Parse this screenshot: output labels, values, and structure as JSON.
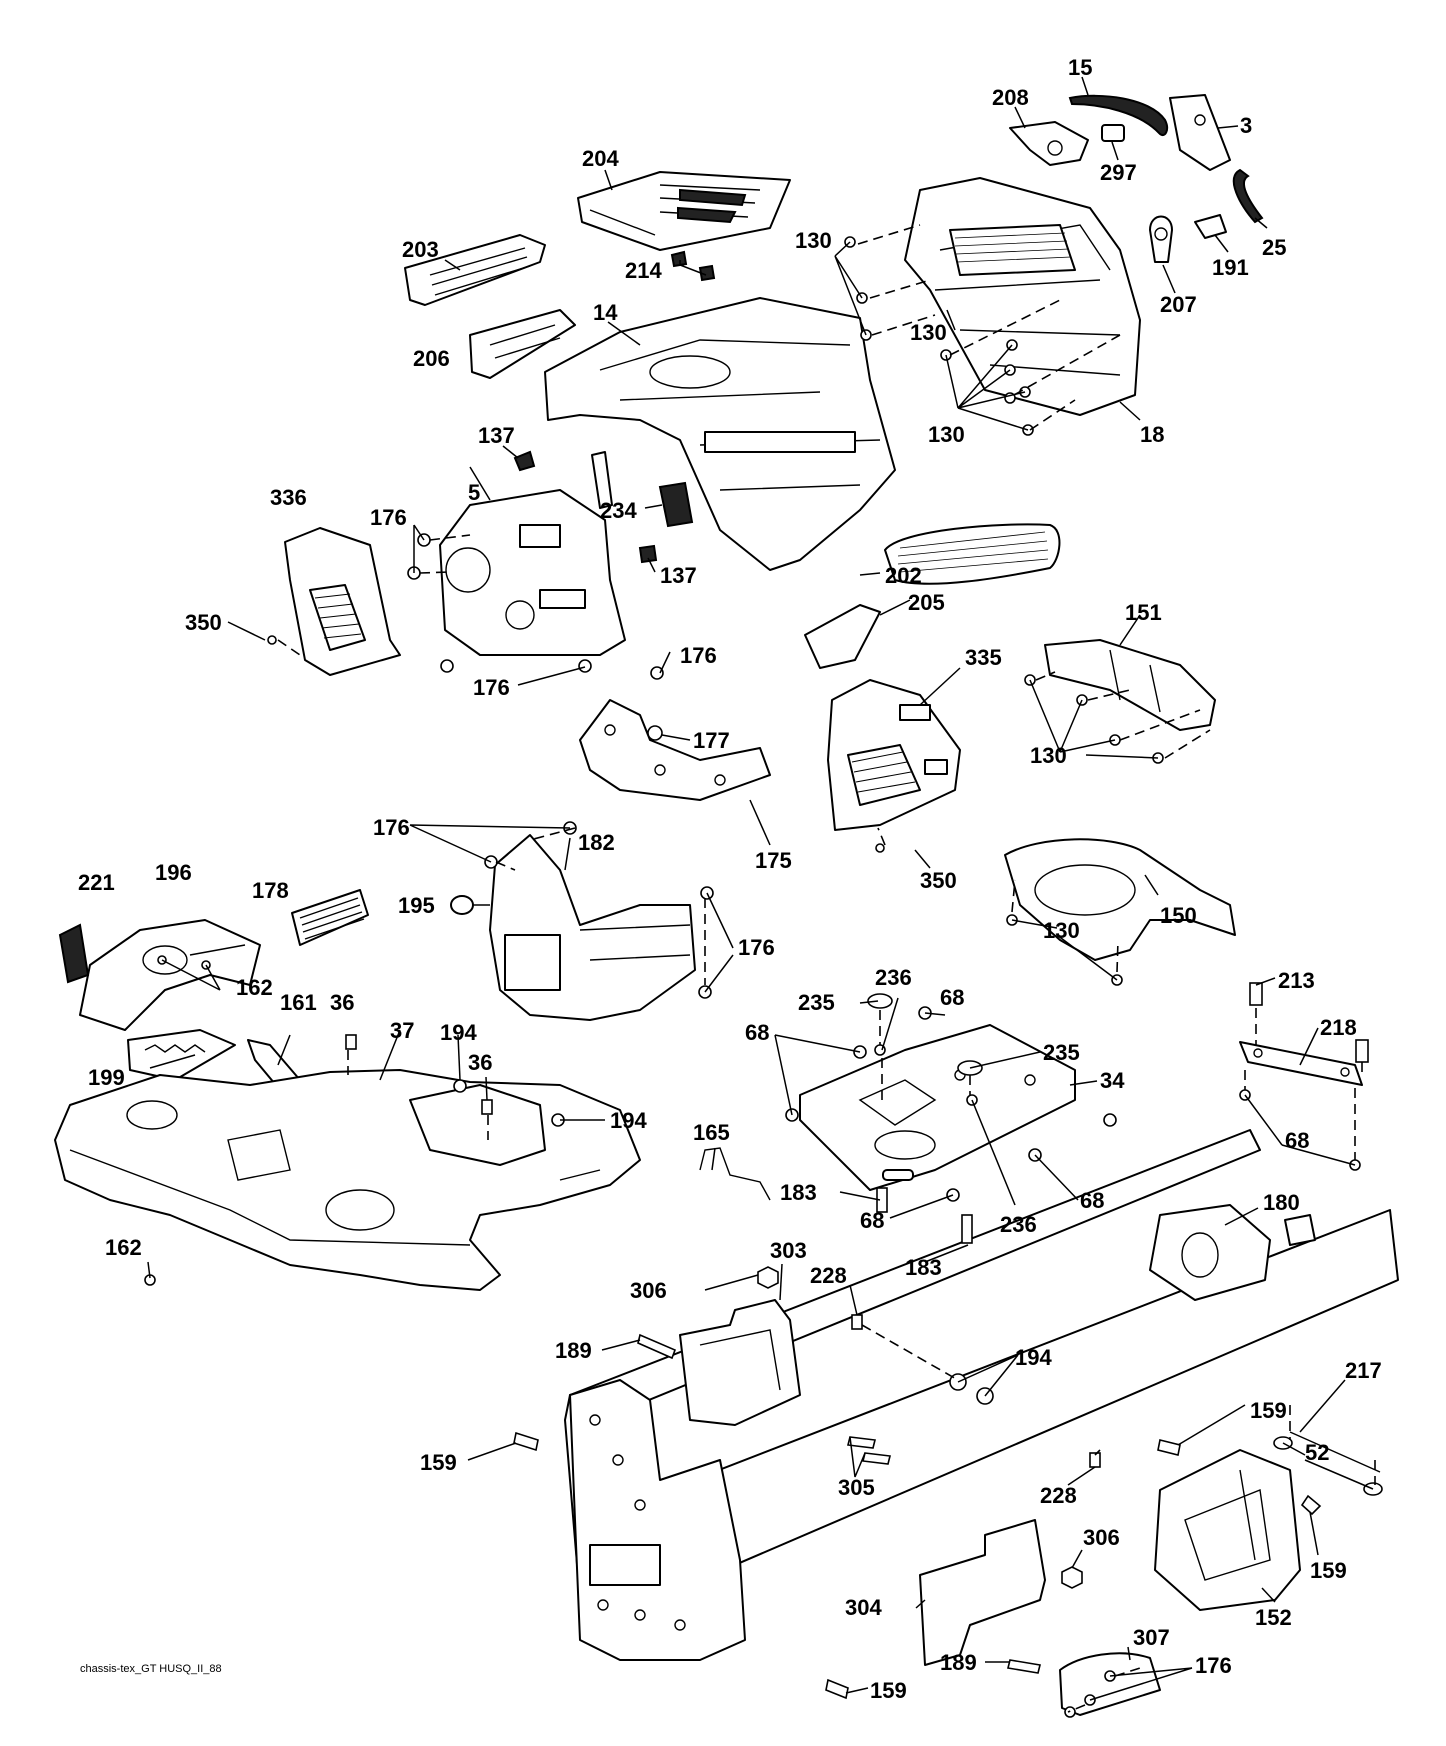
{
  "footer_code": "chassis-tex_GT HUSQ_II_88",
  "callouts": [
    {
      "id": "c15",
      "text": "15"
    },
    {
      "id": "c208",
      "text": "208"
    },
    {
      "id": "c3",
      "text": "3"
    },
    {
      "id": "c297",
      "text": "297"
    },
    {
      "id": "c204",
      "text": "204"
    },
    {
      "id": "c25",
      "text": "25"
    },
    {
      "id": "c191",
      "text": "191"
    },
    {
      "id": "c207",
      "text": "207"
    },
    {
      "id": "c203",
      "text": "203"
    },
    {
      "id": "c130a",
      "text": "130"
    },
    {
      "id": "c214",
      "text": "214"
    },
    {
      "id": "c130b",
      "text": "130"
    },
    {
      "id": "c14",
      "text": "14"
    },
    {
      "id": "c206",
      "text": "206"
    },
    {
      "id": "c130c",
      "text": "130"
    },
    {
      "id": "c18",
      "text": "18"
    },
    {
      "id": "c137a",
      "text": "137"
    },
    {
      "id": "c336",
      "text": "336"
    },
    {
      "id": "c5",
      "text": "5"
    },
    {
      "id": "c234",
      "text": "234"
    },
    {
      "id": "c176a",
      "text": "176"
    },
    {
      "id": "c137b",
      "text": "137"
    },
    {
      "id": "c202",
      "text": "202"
    },
    {
      "id": "c205",
      "text": "205"
    },
    {
      "id": "c350a",
      "text": "350"
    },
    {
      "id": "c176b",
      "text": "176"
    },
    {
      "id": "c176c",
      "text": "176"
    },
    {
      "id": "c151",
      "text": "151"
    },
    {
      "id": "c335",
      "text": "335"
    },
    {
      "id": "c177",
      "text": "177"
    },
    {
      "id": "c130d",
      "text": "130"
    },
    {
      "id": "c175",
      "text": "175"
    },
    {
      "id": "c176d",
      "text": "176"
    },
    {
      "id": "c350b",
      "text": "350"
    },
    {
      "id": "c221",
      "text": "221"
    },
    {
      "id": "c196",
      "text": "196"
    },
    {
      "id": "c178",
      "text": "178"
    },
    {
      "id": "c182",
      "text": "182"
    },
    {
      "id": "c195",
      "text": "195"
    },
    {
      "id": "c150",
      "text": "150"
    },
    {
      "id": "c130e",
      "text": "130"
    },
    {
      "id": "c176e",
      "text": "176"
    },
    {
      "id": "c162a",
      "text": "162"
    },
    {
      "id": "c161",
      "text": "161"
    },
    {
      "id": "c36a",
      "text": "36"
    },
    {
      "id": "c236a",
      "text": "236"
    },
    {
      "id": "c68a",
      "text": "68"
    },
    {
      "id": "c213",
      "text": "213"
    },
    {
      "id": "c235a",
      "text": "235"
    },
    {
      "id": "c37",
      "text": "37"
    },
    {
      "id": "c194a",
      "text": "194"
    },
    {
      "id": "c68b",
      "text": "68"
    },
    {
      "id": "c218",
      "text": "218"
    },
    {
      "id": "c36b",
      "text": "36"
    },
    {
      "id": "c235b",
      "text": "235"
    },
    {
      "id": "c199",
      "text": "199"
    },
    {
      "id": "c34",
      "text": "34"
    },
    {
      "id": "c194b",
      "text": "194"
    },
    {
      "id": "c165",
      "text": "165"
    },
    {
      "id": "c68c",
      "text": "68"
    },
    {
      "id": "c68d",
      "text": "68"
    },
    {
      "id": "c183a",
      "text": "183"
    },
    {
      "id": "c236b",
      "text": "236"
    },
    {
      "id": "c68e",
      "text": "68"
    },
    {
      "id": "c180",
      "text": "180"
    },
    {
      "id": "c162b",
      "text": "162"
    },
    {
      "id": "c183b",
      "text": "183"
    },
    {
      "id": "c303",
      "text": "303"
    },
    {
      "id": "c228a",
      "text": "228"
    },
    {
      "id": "c306a",
      "text": "306"
    },
    {
      "id": "c189a",
      "text": "189"
    },
    {
      "id": "c194c",
      "text": "194"
    },
    {
      "id": "c217",
      "text": "217"
    },
    {
      "id": "c159a",
      "text": "159"
    },
    {
      "id": "c159b",
      "text": "159"
    },
    {
      "id": "c52",
      "text": "52"
    },
    {
      "id": "c305",
      "text": "305"
    },
    {
      "id": "c228b",
      "text": "228"
    },
    {
      "id": "c306b",
      "text": "306"
    },
    {
      "id": "c159c",
      "text": "159"
    },
    {
      "id": "c304",
      "text": "304"
    },
    {
      "id": "c307",
      "text": "307"
    },
    {
      "id": "c152",
      "text": "152"
    },
    {
      "id": "c189b",
      "text": "189"
    },
    {
      "id": "c176f",
      "text": "176"
    },
    {
      "id": "c159d",
      "text": "159"
    }
  ]
}
